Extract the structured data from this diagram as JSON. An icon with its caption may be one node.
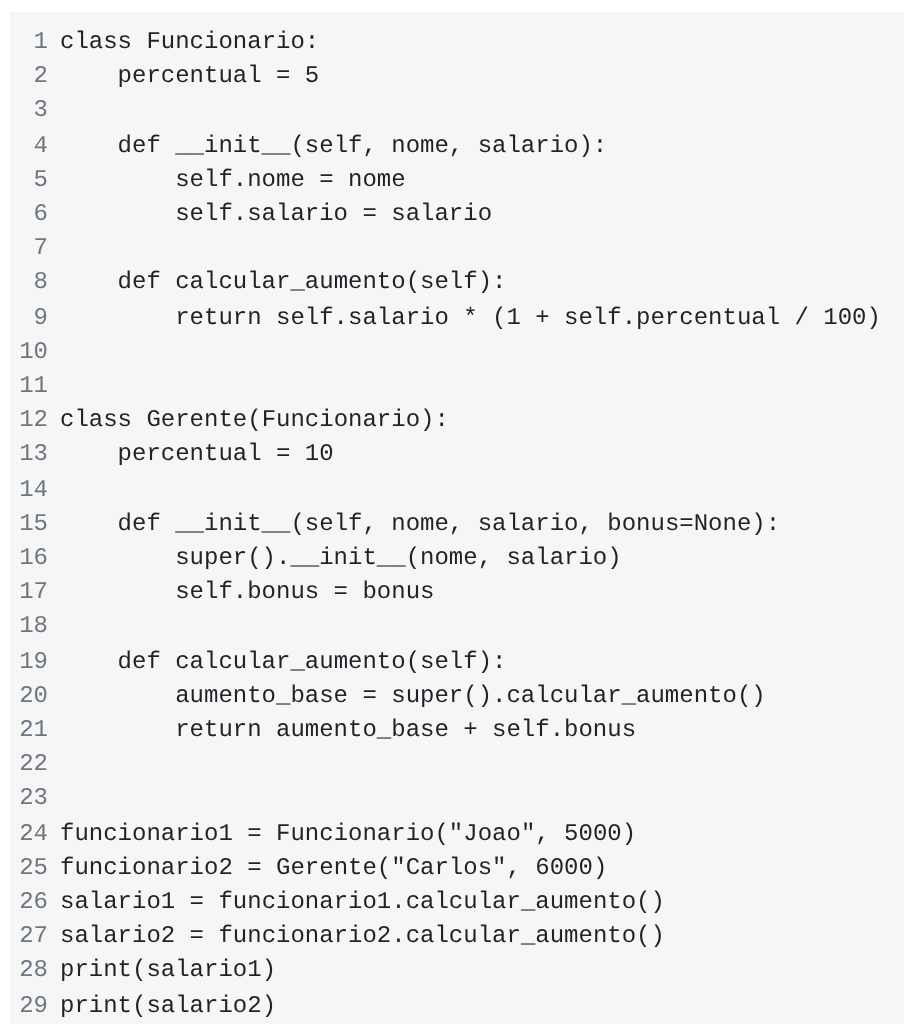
{
  "diagram": {
    "labels": [
      "1",
      "class Funcionario:",
      "2",
      "percentual = 5",
      "3",
      "4",
      "def __init__(self, nome, salario):",
      "5",
      "self.nome = nome",
      "6",
      "self.salario = salario",
      "7",
      "8",
      "def calcular_aumento(self):",
      "9",
      "return self.salario * (1 + self.percentual / 100)",
      "10",
      "11",
      "12",
      "class Gerente(Funcionario):",
      "13",
      "percentual = 10",
      "14",
      "15",
      "def __init__(self, nome, salario, bonus=None):",
      "16",
      "super().__init__(nome, salario)",
      "17",
      "self.bonus = bonus",
      "18",
      "19",
      "def calcular_aumento(self):",
      "20",
      "aumento_base = super().calcular_aumento()",
      "21",
      "return aumento_base + self.bonus",
      "22",
      "23",
      "24",
      "funcionario1 = Funcionario(\"Joao\", 5000)",
      "25",
      "funcionario2 = Gerente(\"Carlos\", 6000)",
      "26",
      "salario1 = funcionario1.calcular_aumento()",
      "27",
      "salario2 = funcionario2.calcular_aumento()",
      "28",
      "print(salario1)",
      "29",
      "print(salario2)"
    ]
  }
}
